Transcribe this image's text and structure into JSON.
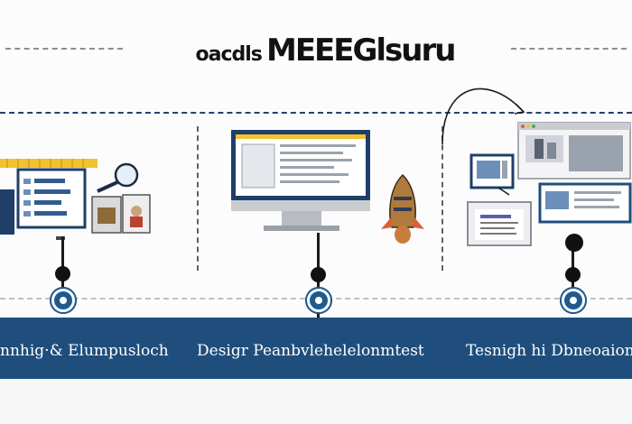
{
  "header": {
    "title_prefix": "oacdls",
    "title_main": "MEEEGlsuru"
  },
  "phases": [
    {
      "label": "nnhig·& Elumpusloch"
    },
    {
      "label": "Desigr Peanbvlehelelonmtest"
    },
    {
      "label": "Tesnigh hi Dbneoaion"
    }
  ],
  "colors": {
    "band": "#1f4e7d",
    "accent_yellow": "#f2c230",
    "node": "#1f5a8f",
    "line": "#23446a"
  },
  "icons": [
    "document-panel-icon",
    "magnifier-icon",
    "gallery-icon",
    "monitor-icon",
    "rocket-icon",
    "window-icon",
    "browser-icon"
  ]
}
